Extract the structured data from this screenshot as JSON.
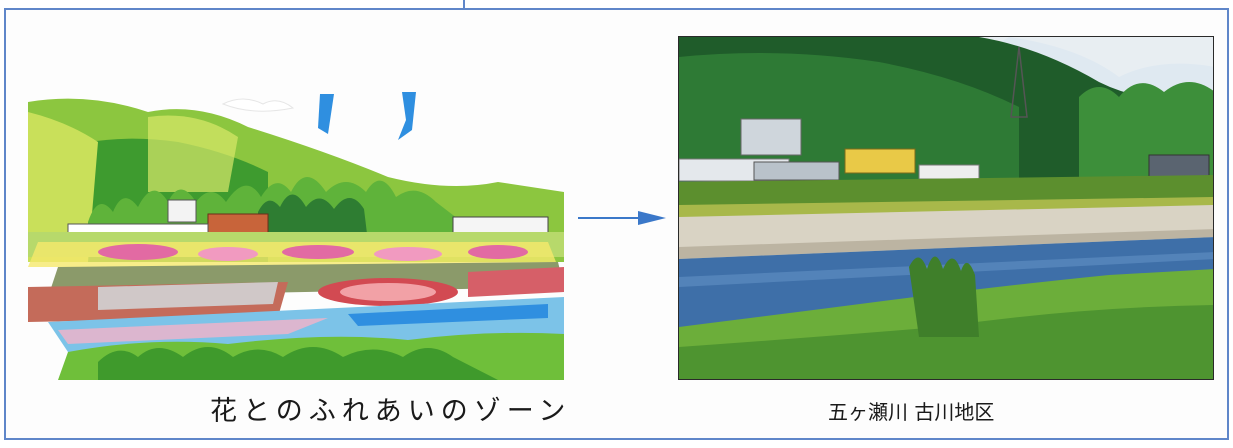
{
  "captions": {
    "zone_title": "花とのふれあいのゾーン",
    "location": "五ヶ瀬川 古川地区"
  },
  "images": {
    "sketch": "watercolor-riverside-flower-zone-sketch",
    "photo": "river-embankment-photo"
  },
  "colors": {
    "frame": "#5f86c9",
    "arrow": "#3b78c9"
  }
}
